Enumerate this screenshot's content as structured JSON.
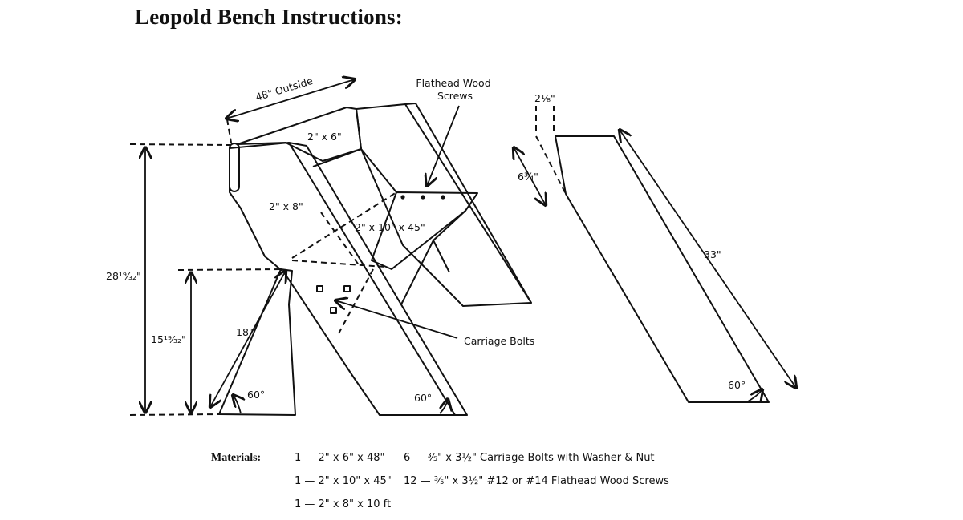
{
  "title": "Leopold Bench Instructions:",
  "diagram": {
    "labels": {
      "outside_width": "48\" Outside",
      "top_board": "2\" x 6\"",
      "leg_board": "2\" x 8\"",
      "seat_board": "2\" x 10\" x 45\"",
      "flathead_screws": "Flathead Wood Screws",
      "carriage_bolts": "Carriage Bolts",
      "total_height": "28¹⁹⁄₃₂\"",
      "seat_height": "15¹⁹⁄₃₂\"",
      "leg_upper": "18\"",
      "angle_left": "60°",
      "angle_right": "60°",
      "top_offset": "2¹⁄₈\"",
      "side_offset": "6¾\"",
      "board_length": "33\"",
      "angle_detail": "60°"
    }
  },
  "materials": {
    "label": "Materials:",
    "lumber": [
      "1 — 2\" x 6\" x 48\"",
      "1 — 2\" x 10\" x 45\"",
      "1 — 2\" x 8\" x 10 ft"
    ],
    "hardware": [
      "6 — ⅗\" x 3½\" Carriage Bolts with Washer & Nut",
      "12 — ⅗\" x 3½\" #12 or #14 Flathead Wood Screws"
    ]
  }
}
